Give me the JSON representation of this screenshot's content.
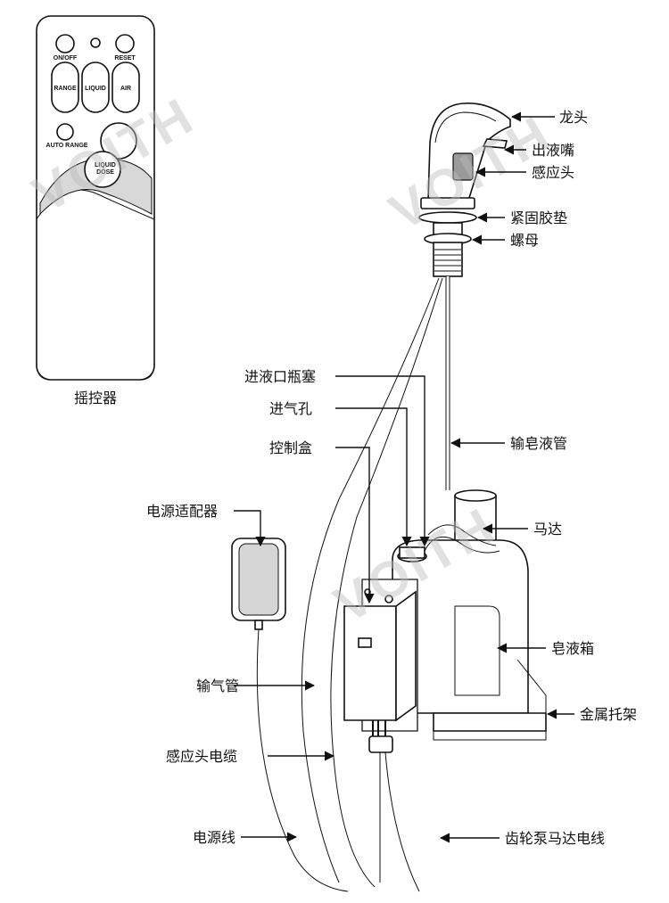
{
  "watermark": "VOITH",
  "remote": {
    "caption": "摇控器",
    "buttons": {
      "on_off": "ON/OFF",
      "reset": "RESET",
      "range": "RANGE",
      "liquid": "LIQUID",
      "air": "AIR",
      "auto_range": "AUTO  RANGE",
      "liquid_dose_1": "LIQUID",
      "liquid_dose_2": "DOSE"
    }
  },
  "labels": {
    "faucet": "龙头",
    "spout": "出液嘴",
    "sensor": "感应头",
    "gasket": "紧固胶垫",
    "nut": "螺母",
    "bottle_plug": "进液口瓶塞",
    "air_hole": "进气孔",
    "control_box": "控制盒",
    "soap_tube": "输皂液管",
    "power_adapter": "电源适配器",
    "motor": "马达",
    "soap_tank": "皂液箱",
    "air_tube": "输气管",
    "metal_bracket": "金属托架",
    "sensor_cable": "感应头电缆",
    "power_cord": "电源线",
    "gear_pump_cable": "齿轮泵马达电线"
  },
  "colors": {
    "line": "#111111",
    "watermark": "#bdbdbd"
  }
}
